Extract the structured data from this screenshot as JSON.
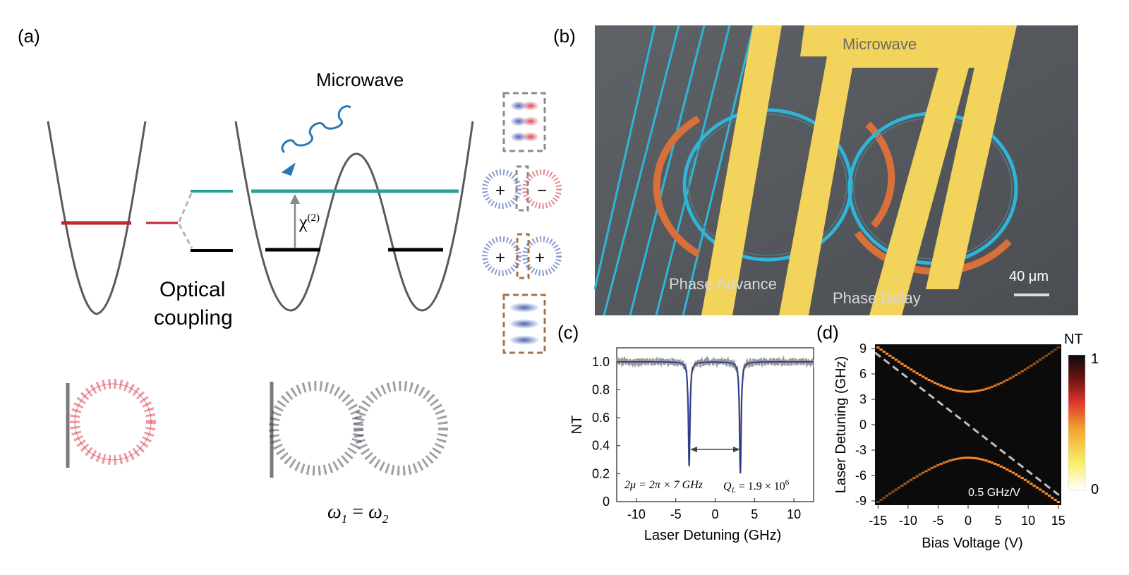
{
  "panels": {
    "a": {
      "tag": "(a)",
      "microwave_label": "Microwave",
      "optical_coupling_line1": "Optical",
      "optical_coupling_line2": "coupling",
      "chi_label": "χ",
      "chi_order": "(2)",
      "symmetric_signs": [
        "+",
        "+"
      ],
      "antisymmetric_signs": [
        "+",
        "−"
      ],
      "omega_left": "ω",
      "omega_sub1": "1",
      "omega_eq": " = ",
      "omega_right": "ω",
      "omega_sub2": "2"
    },
    "b": {
      "tag": "(b)",
      "microwave_label": "Microwave",
      "phase_advance_label": "Phase Advance",
      "phase_delay_label": "Phase Delay",
      "scale_bar_label": "40 μm"
    },
    "c": {
      "tag": "(c)",
      "splitting_label": "2μ = 2π × 7 GHz",
      "q_label": "Q",
      "q_sub": "L",
      "q_value": " = 1.9 × 10",
      "q_exp": "6"
    },
    "d": {
      "tag": "(d)",
      "slope_label": "0.5 GHz/V",
      "colorbar_title": "NT",
      "colorbar_max": "1",
      "colorbar_min": "0"
    }
  },
  "colors": {
    "red_mode": "#c1272d",
    "teal_mode": "#2aa198",
    "black_mode": "#000000",
    "well": "#5a5a5a",
    "microwave_wave": "#2878b5",
    "electrode_gold": "#f2d35b",
    "waveguide_cyan": "#2fb5d8",
    "trace_blue": "#2b3a8f"
  },
  "chart_data": [
    {
      "type": "line",
      "panel": "c",
      "xlabel": "Laser Detuning (GHz)",
      "ylabel": "NT",
      "xlim": [
        -12.5,
        12.5
      ],
      "ylim": [
        0,
        1.1
      ],
      "xticks": [
        -10,
        -5,
        0,
        5,
        10
      ],
      "yticks": [
        0,
        0.2,
        0.4,
        0.6,
        0.8,
        1.0
      ],
      "ytick_labels": [
        "0",
        "0.2",
        "0.4",
        "0.6",
        "0.8",
        "1.0"
      ],
      "baseline": 1.0,
      "dips": [
        {
          "center": -3.3,
          "depth_min": 0.25,
          "width": 0.12
        },
        {
          "center": 3.2,
          "depth_min": 0.2,
          "width": 0.12
        }
      ]
    },
    {
      "type": "heatmap",
      "panel": "d",
      "xlabel": "Bias Voltage (V)",
      "ylabel": "Laser Detuning (GHz)",
      "xlim": [
        -15.5,
        15.5
      ],
      "ylim": [
        -9.5,
        9.5
      ],
      "xticks": [
        -15,
        -10,
        -5,
        0,
        5,
        10,
        15
      ],
      "yticks": [
        -9,
        -6,
        -3,
        0,
        3,
        6,
        9
      ],
      "upper_branch_min_GHz": 3.9,
      "lower_branch_max_GHz": -3.9,
      "guide_slope_GHz_per_V": -0.55,
      "colorbar_range": [
        0,
        1
      ]
    }
  ]
}
